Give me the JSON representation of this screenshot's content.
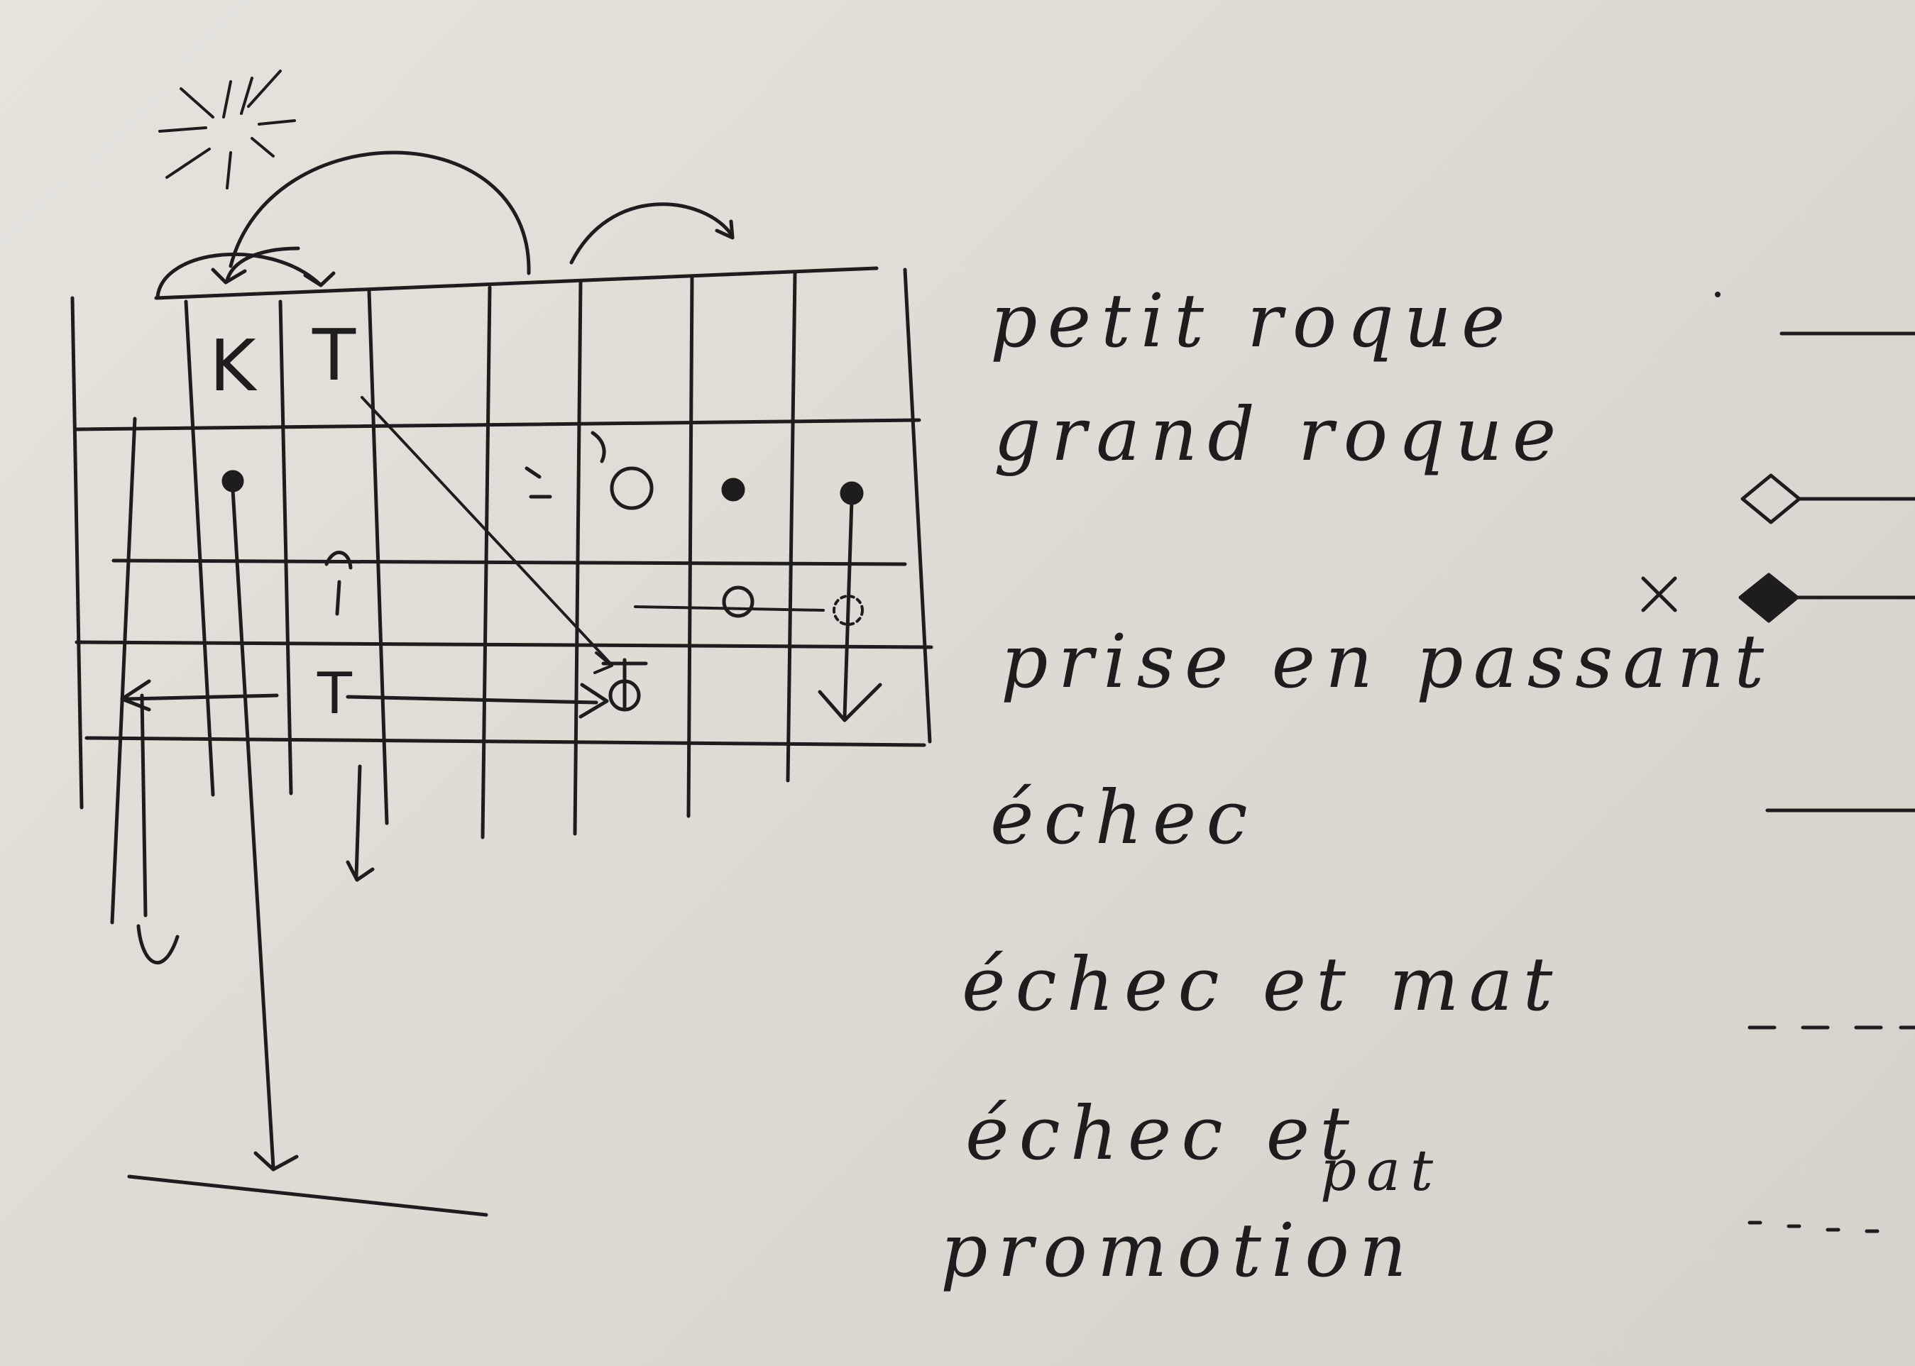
{
  "board": {
    "pieces": {
      "king": "K",
      "rook_top": "T",
      "rook_bottom": "T"
    }
  },
  "legend": {
    "items": [
      {
        "key": "petit_roque",
        "label": "petit roque",
        "line_style": "solid"
      },
      {
        "key": "grand_roque",
        "label": "grand roque",
        "line_style": "hollow-diamond"
      },
      {
        "key": "prise_en_passant",
        "label": "prise en passant",
        "line_style": "filled-diamond",
        "marker": "x"
      },
      {
        "key": "echec",
        "label": "échec",
        "line_style": "solid"
      },
      {
        "key": "echec_et_mat",
        "label": "échec et mat",
        "line_style": "dashed"
      },
      {
        "key": "echec_et_pat",
        "label": "échec et",
        "label_sub": "pat",
        "line_style": "dotted"
      },
      {
        "key": "promotion",
        "label": "promotion",
        "line_style": "none"
      }
    ],
    "x_marker": "x"
  },
  "colors": {
    "ink": "#1e1c1c",
    "board": "#e2ded8"
  }
}
